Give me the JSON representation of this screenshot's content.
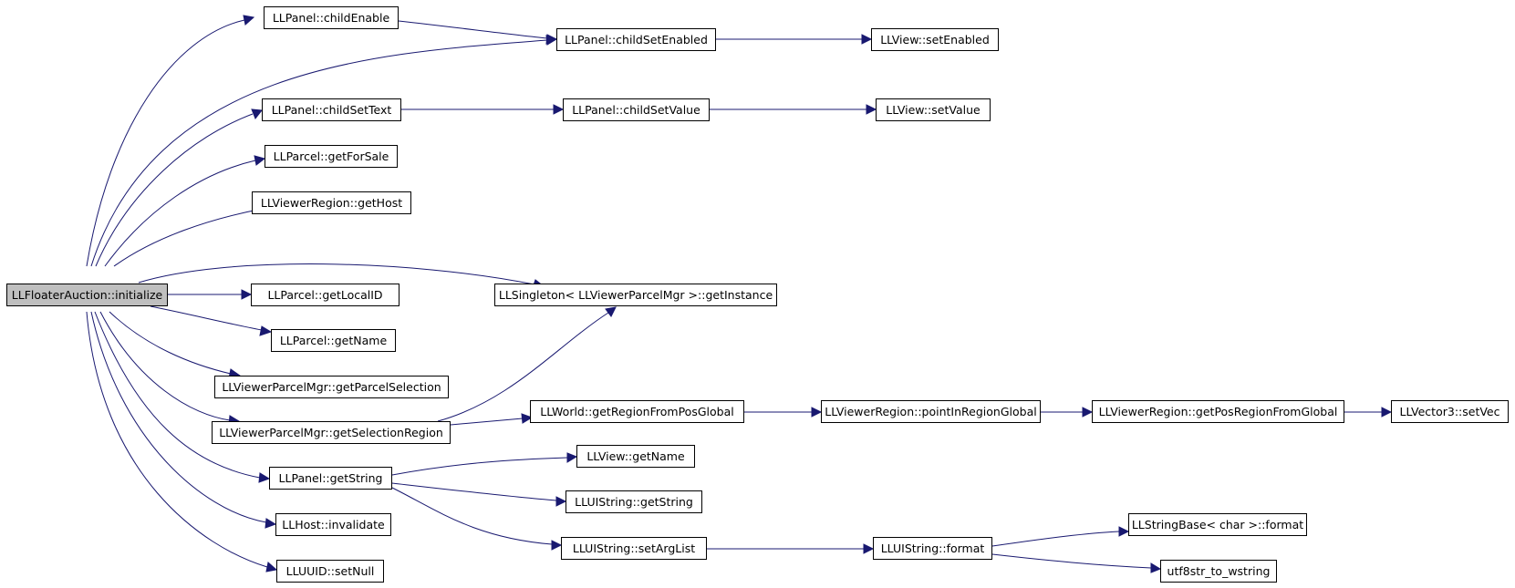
{
  "colors": {
    "edge": "#191970",
    "node_border": "#000000",
    "node_fill": "#ffffff",
    "root_fill": "#bfbfbf"
  },
  "nodes": {
    "root": "LLFloaterAuction::initialize",
    "panel_childEnable": "LLPanel::childEnable",
    "panel_childSetEnabled": "LLPanel::childSetEnabled",
    "view_setEnabled": "LLView::setEnabled",
    "panel_childSetText": "LLPanel::childSetText",
    "panel_childSetValue": "LLPanel::childSetValue",
    "view_setValue": "LLView::setValue",
    "parcel_getForSale": "LLParcel::getForSale",
    "region_getHost": "LLViewerRegion::getHost",
    "singleton_getInstance": "LLSingleton< LLViewerParcelMgr >::getInstance",
    "parcel_getLocalID": "LLParcel::getLocalID",
    "parcel_getName": "LLParcel::getName",
    "mgr_getParcelSelection": "LLViewerParcelMgr::getParcelSelection",
    "mgr_getSelectionRegion": "LLViewerParcelMgr::getSelectionRegion",
    "world_getRegionFromPosGlobal": "LLWorld::getRegionFromPosGlobal",
    "region_pointInRegionGlobal": "LLViewerRegion::pointInRegionGlobal",
    "region_getPosRegionFromGlobal": "LLViewerRegion::getPosRegionFromGlobal",
    "vector3_setVec": "LLVector3::setVec",
    "panel_getString": "LLPanel::getString",
    "view_getName": "LLView::getName",
    "uistring_getString": "LLUIString::getString",
    "uistring_setArgList": "LLUIString::setArgList",
    "uistring_format": "LLUIString::format",
    "stringbase_format": "LLStringBase< char >::format",
    "utf8str_to_wstring": "utf8str_to_wstring",
    "host_invalidate": "LLHost::invalidate",
    "uuid_setNull": "LLUUID::setNull"
  }
}
